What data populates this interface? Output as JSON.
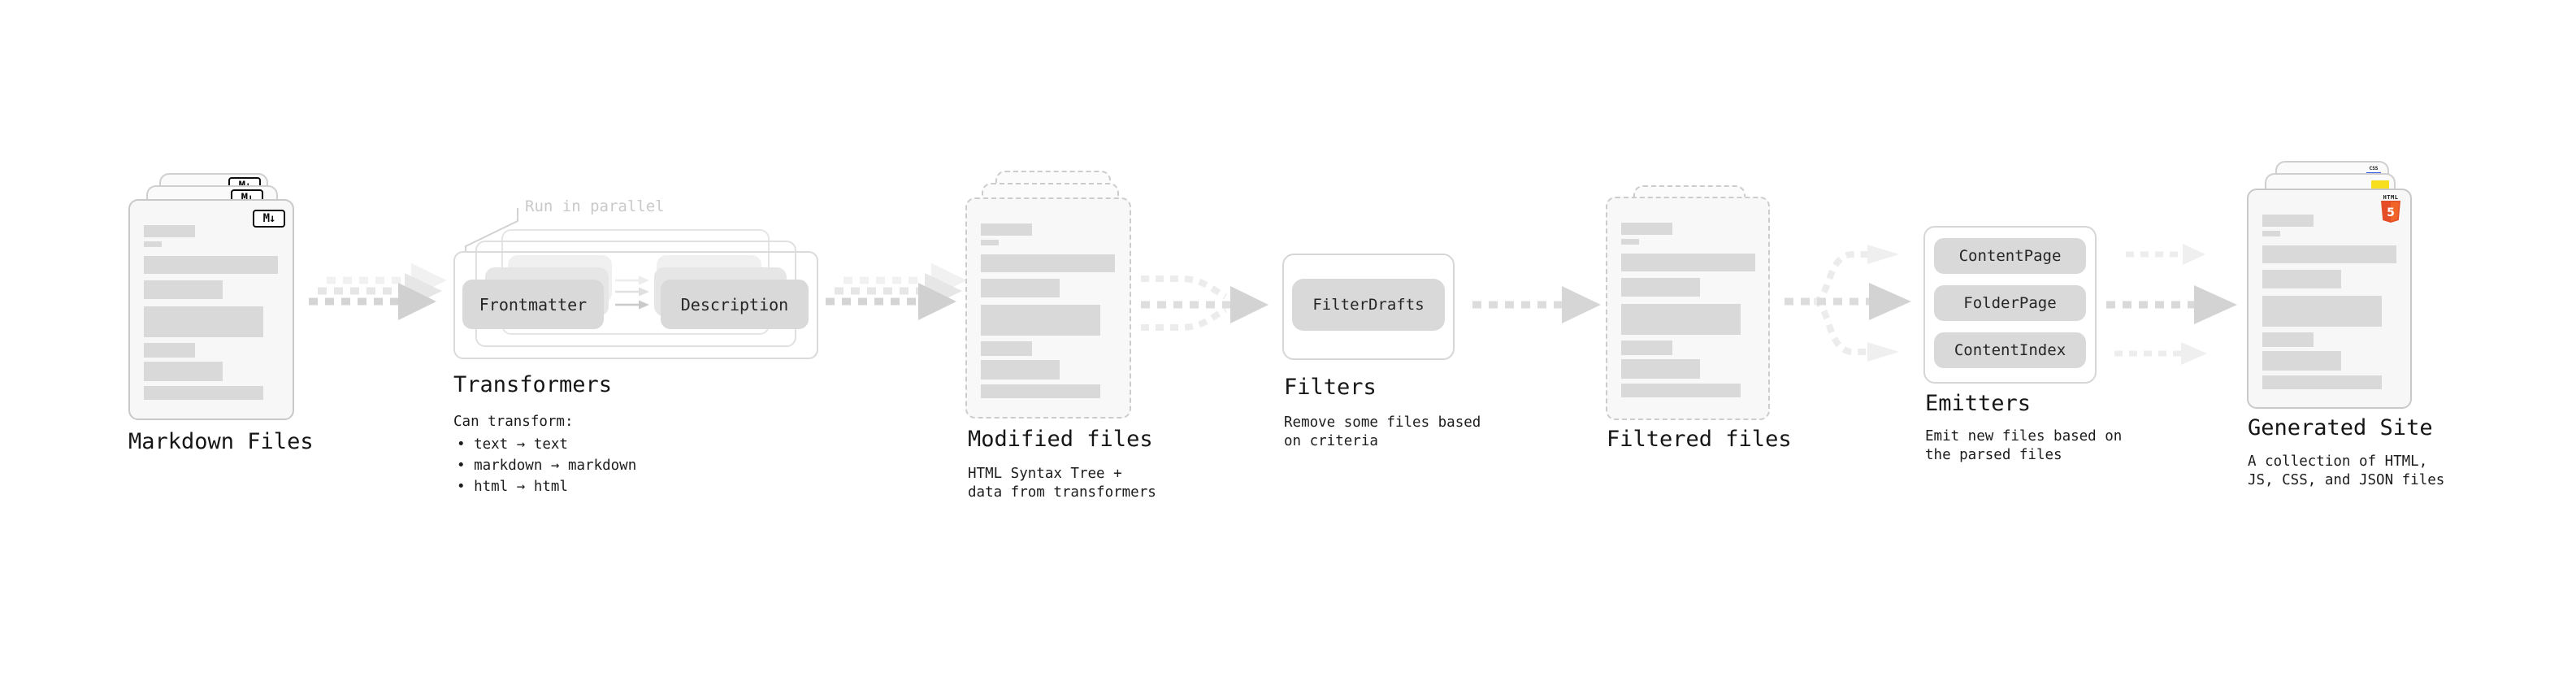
{
  "colors": {
    "background": "#ffffff",
    "card_fill": "#f7f7f7",
    "card_border": "#c9c9c9",
    "bar_fill": "#d9d9d9",
    "pill_fill": "#d9d9d9",
    "arrow_gray": "#d4d4d4",
    "arrow_light": "#ececec",
    "annotation_gray": "#c9c9c9",
    "title_color": "#161616",
    "html5_orange": "#e44d26",
    "html5_orange_light": "#f16529",
    "js_yellow": "#f7df1e",
    "css_blue": "#2a5ae8"
  },
  "markdown_files": {
    "label": "Markdown Files",
    "badge": "M↓"
  },
  "transformers": {
    "label": "Transformers",
    "annotation": "Run in parallel",
    "pill_left": "Frontmatter",
    "pill_right": "Description",
    "desc_heading": "Can transform:",
    "bullets": [
      "• text → text",
      "• markdown → markdown",
      "• html → html"
    ]
  },
  "modified_files": {
    "label": "Modified files",
    "desc": "HTML Syntax Tree +\ndata from transformers"
  },
  "filters": {
    "label": "Filters",
    "pill": "FilterDrafts",
    "desc": "Remove some files based\non criteria"
  },
  "filtered_files": {
    "label": "Filtered files"
  },
  "emitters": {
    "label": "Emitters",
    "pills": [
      "ContentPage",
      "FolderPage",
      "ContentIndex"
    ],
    "desc": "Emit new files based on\nthe parsed files"
  },
  "generated_site": {
    "label": "Generated Site",
    "desc": "A collection of HTML,\nJS, CSS, and JSON files",
    "css_badge": "CSS",
    "html_badge_label": "HTML",
    "html_badge_number": "5"
  }
}
